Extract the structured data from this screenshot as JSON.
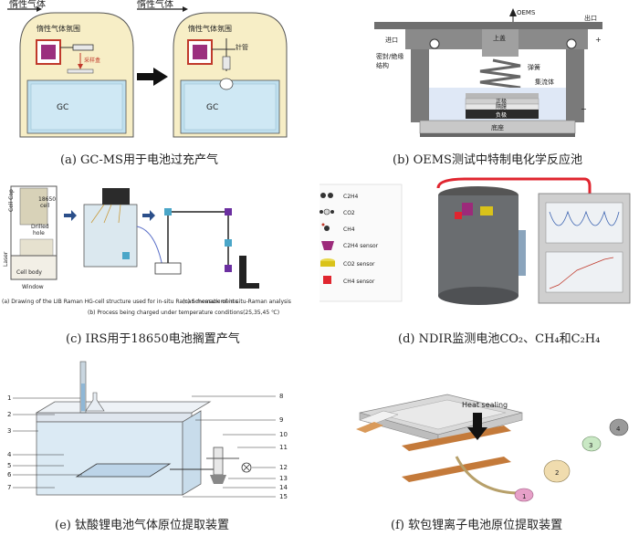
{
  "panel_a": {
    "label_inert_left": "惰性气体",
    "label_inert_right": "惰性气体",
    "glovebox_left": "惰性气体氛围",
    "glovebox_right": "惰性气体氛围",
    "sampler": "采样盒",
    "syringe": "针管",
    "gc_left": "GC",
    "gc_right": "GC",
    "caption": "(a) GC-MS用于电池过充产气"
  },
  "panel_b": {
    "oems": "OEMS",
    "inlet": "进口",
    "outlet": "出口",
    "plus": "+",
    "upper_cover": "上盖",
    "seal": "密封/绝缘\n结构",
    "seal_line1": "密封/绝缘",
    "seal_line2": "结构",
    "spring": "弹簧",
    "collector": "集流体",
    "cathode": "正极",
    "separator": "隔膜",
    "anode": "负极",
    "base": "底座",
    "minus": "−",
    "caption": "(b) OEMS测试中特制电化学反应池"
  },
  "panel_c": {
    "cell_cap": "Cell Cap",
    "cell_18650": "18650\ncell",
    "cell_18650_l1": "18650",
    "cell_18650_l2": "cell",
    "drilled_hole": "Drilled\nhole",
    "drilled_l1": "Drilled",
    "drilled_l2": "hole",
    "laser": "Laser",
    "cell_body": "Cell body",
    "window": "Window",
    "sub_a": "(a) Drawing of the LIB Raman HG-cell structure used for in-situ Raman measurements",
    "sub_b": "(b) Process being charged under temperature conditions(25,35,45 ℃)",
    "sub_c": "(c) Schematic of in-situ-Raman analysis",
    "caption": "(c) IRS用于18650电池搁置产气"
  },
  "panel_d": {
    "legend": [
      {
        "name": "C2H4",
        "color": "#333333"
      },
      {
        "name": "CO2",
        "color": "#333333"
      },
      {
        "name": "CH4",
        "color": "#333333"
      },
      {
        "name": "C2H4 sensor",
        "color": "#9c2a7a"
      },
      {
        "name": "CO2 sensor",
        "color": "#d9c21a"
      },
      {
        "name": "CH4 sensor",
        "color": "#e0252f"
      }
    ],
    "caption": "(d) NDIR监测电池CO₂、CH₄和C₂H₄"
  },
  "panel_e": {
    "numbers_left": [
      "1",
      "2",
      "3",
      "4",
      "5",
      "6",
      "7"
    ],
    "numbers_right": [
      "8",
      "9",
      "10",
      "11",
      "12",
      "13",
      "14",
      "15"
    ],
    "caption": "(e) 钛酸锂电池气体原位提取装置"
  },
  "panel_f": {
    "heat_sealing": "Heat sealing",
    "parts": [
      "1",
      "2",
      "3",
      "4"
    ],
    "caption": "(f) 软包锂离子电池原位提取装置"
  },
  "colors": {
    "cabinet": "#f7eec6",
    "gc_body": "#bfe0ef",
    "cell_purple": "#9b2f7e",
    "copper": "#c47a3a"
  }
}
